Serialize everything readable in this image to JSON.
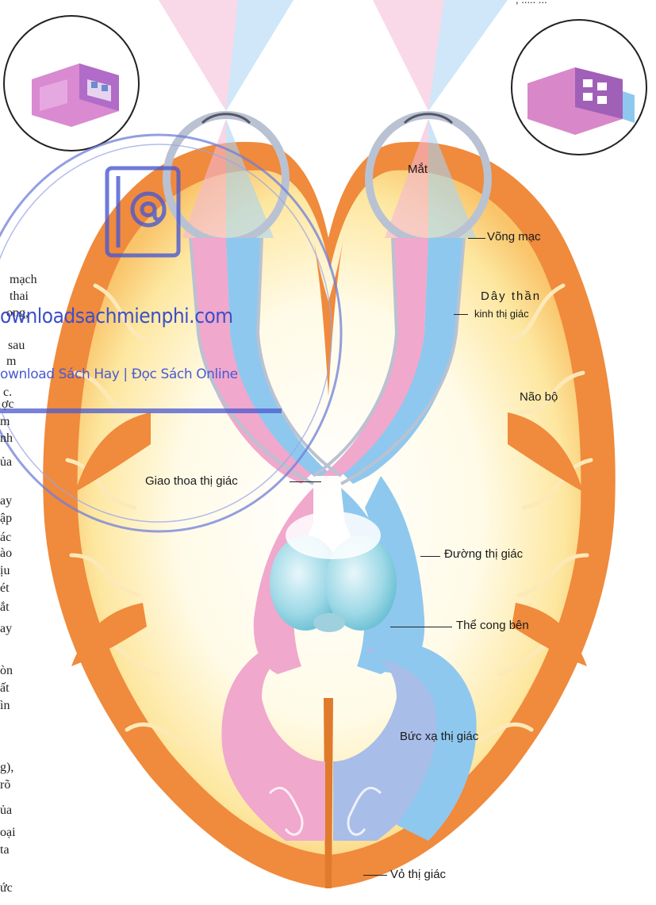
{
  "labels": {
    "eye": "Mắt",
    "retina": "Võng mạc",
    "optic_nerve_line1": "Dây thần",
    "optic_nerve_line2": "kinh thị giác",
    "brain": "Não bộ",
    "optic_chiasm": "Giao thoa thị giác",
    "optic_tract": "Đường thị giác",
    "lateral_geniculate": "Thể cong bên",
    "optic_radiation": "Bức xạ thị giác",
    "visual_cortex": "Vỏ thị giác"
  },
  "watermark": {
    "url": "ownloadsachmienphi.com",
    "tagline": "ownload Sách Hay | Đọc Sách Online",
    "icon": "document-at-icon"
  },
  "cut_off_text": {
    "top_right": ", ..... ...",
    "lines": [
      "mạch",
      "thai",
      "ong,",
      "sau",
      "m",
      "c.",
      "ợc",
      "m",
      "nh",
      "ủa",
      "ay",
      "ập",
      "ác",
      "ào",
      "ịu",
      "ét",
      "ắt",
      "ay",
      "òn",
      "ất",
      "ìn",
      "g),",
      "rõ",
      "ủa",
      "oại",
      "ta",
      "ức"
    ]
  },
  "colors": {
    "cortex_orange": "#f08a3c",
    "white_matter": "#fff6d8",
    "left_visual_field_pink": "#f0a8cc",
    "right_visual_field_blue": "#8fc8ee",
    "watermark_blue": "#3d4fc9"
  },
  "icons": [
    "scene-left-icon",
    "scene-right-icon"
  ]
}
